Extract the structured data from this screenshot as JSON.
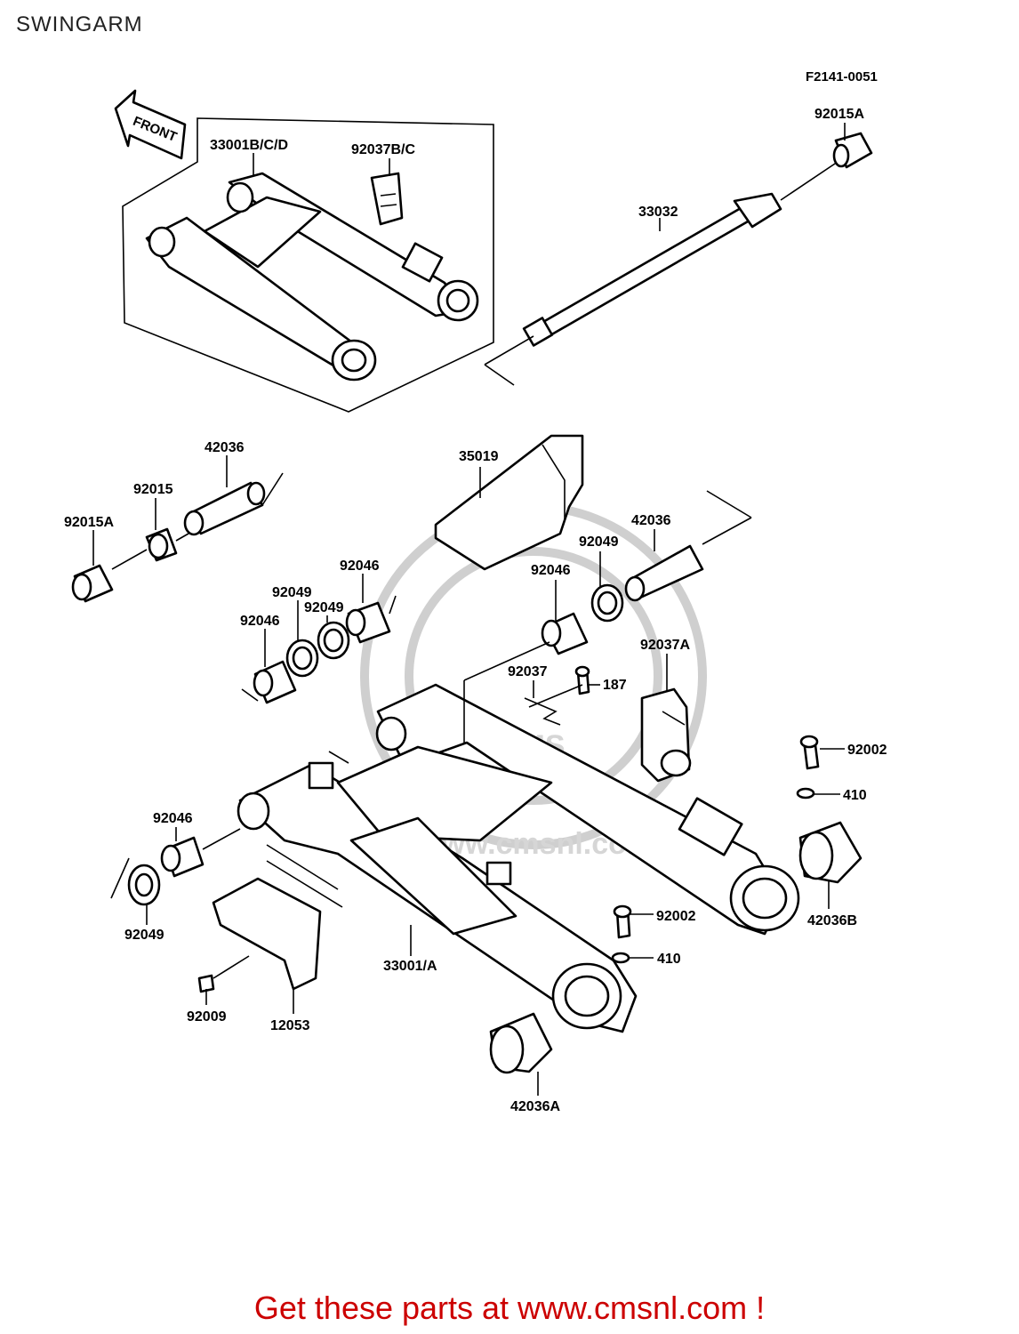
{
  "page": {
    "title": "SWINGARM",
    "ref_code": "F2141-0051",
    "cta_color": "#cc0000"
  },
  "cta": {
    "text": "Get these parts at www.cmsnl.com !"
  },
  "watermark": {
    "text": "www.cmsnl.com",
    "logo": "CMS"
  },
  "front_arrow": {
    "text": "FRONT",
    "icon": "front-arrow-icon"
  },
  "parts": {
    "p33001bcd": "33001B/C/D",
    "p92037bc": "92037B/C",
    "p92015a_top": "92015A",
    "p33032": "33032",
    "p42036_left": "42036",
    "p92015": "92015",
    "p92015a_left": "92015A",
    "p35019": "35019",
    "p42036_right": "42036",
    "p92049_right": "92049",
    "p92046_mid": "92046",
    "p92049_mid1": "92049",
    "p92049_mid2": "92049",
    "p92046_left": "92046",
    "p92046_right": "92046",
    "p92037a": "92037A",
    "p92037": "92037",
    "p187": "187",
    "p92002_right": "92002",
    "p410_right": "410",
    "p92046_low": "92046",
    "p92049_low": "92049",
    "p42036b": "42036B",
    "p92002_low": "92002",
    "p410_low": "410",
    "p33001a": "33001/A",
    "p92009": "92009",
    "p12053": "12053",
    "p42036a": "42036A"
  }
}
